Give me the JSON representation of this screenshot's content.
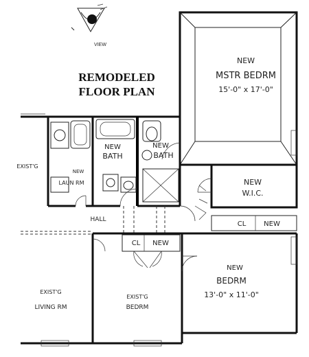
{
  "view_label": "VIEW",
  "title": {
    "line1": "REMODELED",
    "line2": "FLOOR PLAN"
  },
  "rooms": {
    "master": {
      "line1": "NEW",
      "line2": "MSTR BEDRM",
      "dims": "15'-0\" x 17'-0\""
    },
    "bath_left": {
      "line1": "NEW",
      "line2": "BATH"
    },
    "bath_right": {
      "line1": "NEW",
      "line2": "BATH"
    },
    "existing_left": "EXIST'G",
    "laundry": {
      "line1": "NEW",
      "line2": "LAUN RM"
    },
    "wic": {
      "line1": "NEW",
      "line2": "W.I.C."
    },
    "cl_right": {
      "a": "CL",
      "b": "NEW"
    },
    "hall": "HALL",
    "cl_center": {
      "a": "CL",
      "b": "NEW"
    },
    "bedrm_new": {
      "line1": "NEW",
      "line2": "BEDRM",
      "dims": "13'-0\" x 11'-0\""
    },
    "living": {
      "line1": "EXIST'G",
      "line2": "LIVING RM"
    },
    "bedrm_exist": {
      "line1": "EXIST'G",
      "line2": "BEDRM"
    }
  }
}
